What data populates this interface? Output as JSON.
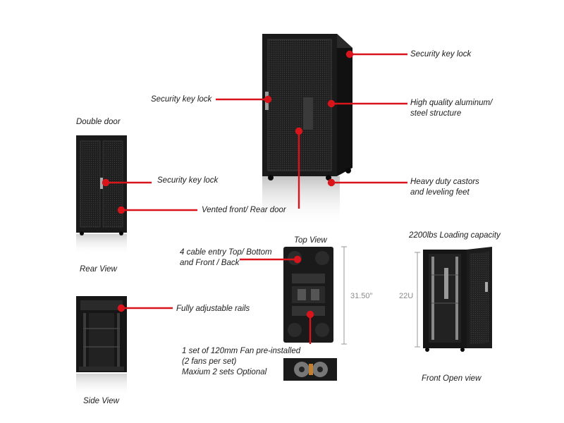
{
  "labels": {
    "security_lock_top_right": "Security key lock",
    "security_lock_left": "Security key lock",
    "structure_line1": "High quality aluminum/",
    "structure_line2": "steel structure",
    "double_door": "Double door",
    "security_lock_double": "Security key lock",
    "castors_line1": "Heavy duty castors",
    "castors_line2": "and leveling feet",
    "vented_door": "Vented front/ Rear door",
    "rear_view": "Rear View",
    "top_view": "Top View",
    "loading_capacity": "2200lbs Loading capacity",
    "cable_entry_line1": "4 cable entry Top/ Bottom",
    "cable_entry_line2": "and Front / Back",
    "depth_dim": "31.50\"",
    "height_dim": "22U",
    "rails": "Fully adjustable rails",
    "fan_line1": "1 set of 120mm Fan pre-installed",
    "fan_line2": "(2 fans per set)",
    "fan_line3": "Maxium 2 sets Optional",
    "side_view": "Side View",
    "front_open_view": "Front Open view"
  },
  "colors": {
    "callout": "#d9141b",
    "cabinet": "#1b1b1b",
    "cabinet_dark": "#0c0c0c",
    "mesh": "#3a3a3a",
    "dimension": "#9a9a9a",
    "text": "#1c1c1c"
  }
}
